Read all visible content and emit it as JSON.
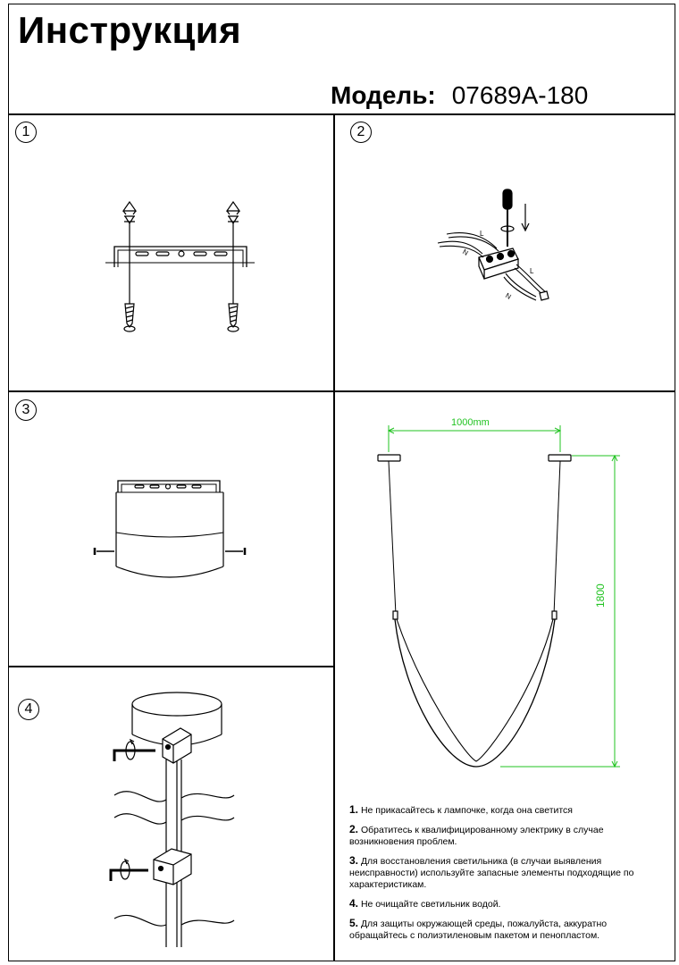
{
  "header": {
    "title": "Инструкция",
    "model_label": "Модель:",
    "model_value": "07689A-180"
  },
  "steps": [
    "1",
    "2",
    "3",
    "4"
  ],
  "wiring_labels": {
    "live": "L",
    "neutral": "N"
  },
  "dimensions": {
    "width": "1000mm",
    "height": "1800"
  },
  "notes": [
    {
      "num": "1.",
      "text": "Не прикасайтесь к лампочке, когда она светится"
    },
    {
      "num": "2.",
      "text": "Обратитесь к квалифицированному электрику в случае возникновения проблем."
    },
    {
      "num": "3.",
      "text": "Для восстановления светильника (в случаи выявления неисправности) используйте запасные элементы подходящие по характеристикам."
    },
    {
      "num": "4.",
      "text": "Не очищайте светильник водой."
    },
    {
      "num": "5.",
      "text": "Для защиты окружающей среды, пожалуйста, аккуратно обращайтесь с полиэтиленовым пакетом и пенопластом."
    }
  ],
  "colors": {
    "dimension": "#22c322",
    "line": "#000000"
  }
}
